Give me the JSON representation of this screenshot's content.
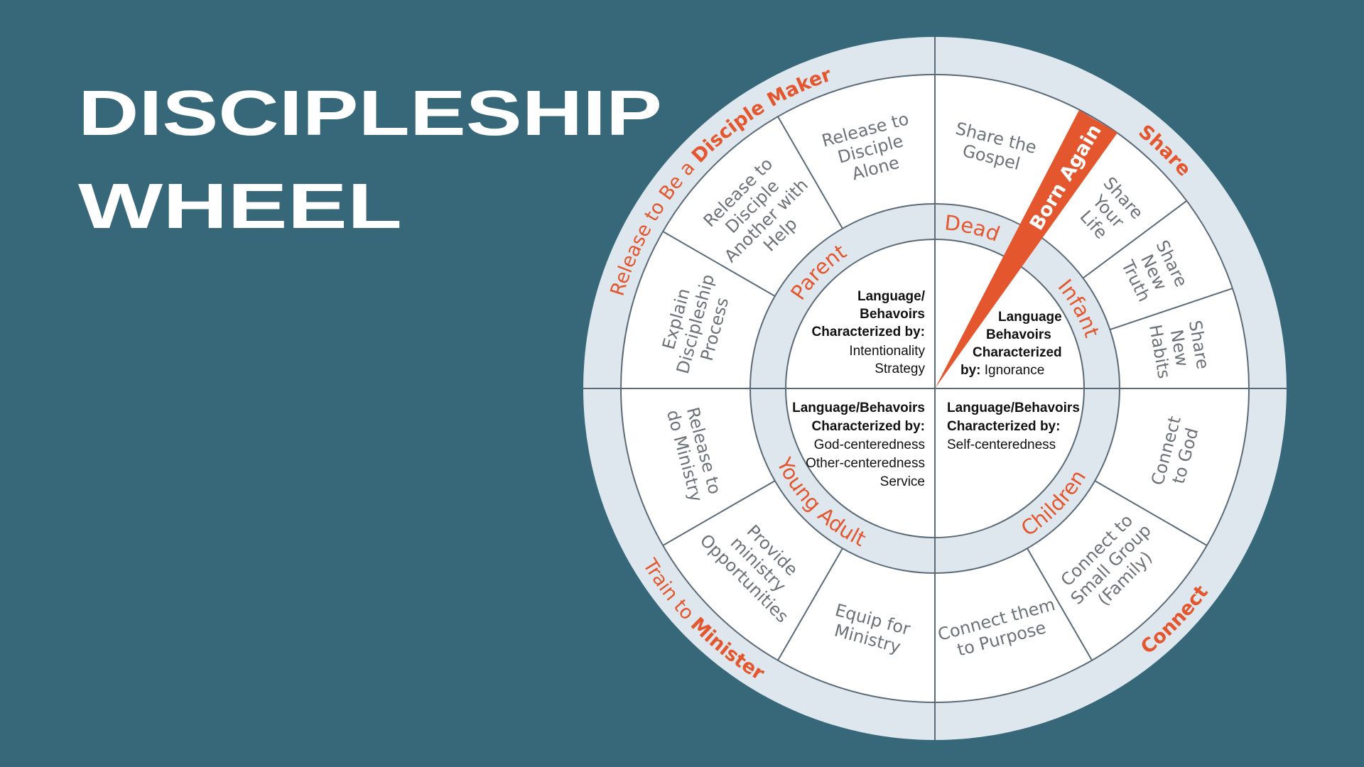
{
  "title": {
    "line1": "DISCIPLESHIP",
    "line2": "WHEEL"
  },
  "colors": {
    "background": "#36687a",
    "band": "#dfe7ee",
    "accent": "#e4572e",
    "segment_text": "#6d7178",
    "divider": "#5b6a77"
  },
  "outer_labels": {
    "release": {
      "normal": "Release to Be a ",
      "bold": "Disciple Maker"
    },
    "share": {
      "bold": "Share"
    },
    "connect": {
      "bold": "Connect"
    },
    "train": {
      "normal": "Train to ",
      "bold": "Minister"
    }
  },
  "stages": {
    "dead": "Dead",
    "born_again": "Born Again",
    "infant": "Infant",
    "children": "Children",
    "young_adult": "Young Adult",
    "parent": "Parent"
  },
  "segments": {
    "share_gospel": [
      "Share the",
      "Gospel"
    ],
    "share_life": [
      "Share",
      "Your",
      "Life"
    ],
    "share_truth": [
      "Share",
      "New",
      "Truth"
    ],
    "share_habits": [
      "Share",
      "New",
      "Habits"
    ],
    "connect_god": [
      "Connect",
      "to God"
    ],
    "connect_group": [
      "Connect to",
      "Small Group",
      "(Family)"
    ],
    "connect_purpose": [
      "Connect them",
      "to Purpose"
    ],
    "equip": [
      "Equip for",
      "Ministry"
    ],
    "provide": [
      "Provide",
      "ministry",
      "Opportunities"
    ],
    "release_ministry": [
      "Release to",
      "do Ministry"
    ],
    "explain": [
      "Explain",
      "Discipleship",
      "Process"
    ],
    "release_help": [
      "Release to",
      "Disciple",
      "Another with",
      "Help"
    ],
    "release_alone": [
      "Release to",
      "Disciple",
      "Alone"
    ]
  },
  "inner": {
    "parent": {
      "lines": [
        "Language/",
        "Behavoirs",
        "Characterized by:"
      ],
      "traits": [
        "Intentionality",
        "Strategy"
      ]
    },
    "infant": {
      "lines": [
        "Language",
        "Behavoirs",
        "Characterized",
        "by:"
      ],
      "trait": " Ignorance"
    },
    "young_adult": {
      "lines": [
        "Language/Behavoirs",
        "Characterized by:"
      ],
      "traits": [
        "God-centeredness",
        "Other-centeredness",
        "Service"
      ]
    },
    "children": {
      "lines": [
        "Language/Behavoirs",
        "Characterized by:"
      ],
      "traits": [
        "Self-centeredness"
      ]
    }
  }
}
